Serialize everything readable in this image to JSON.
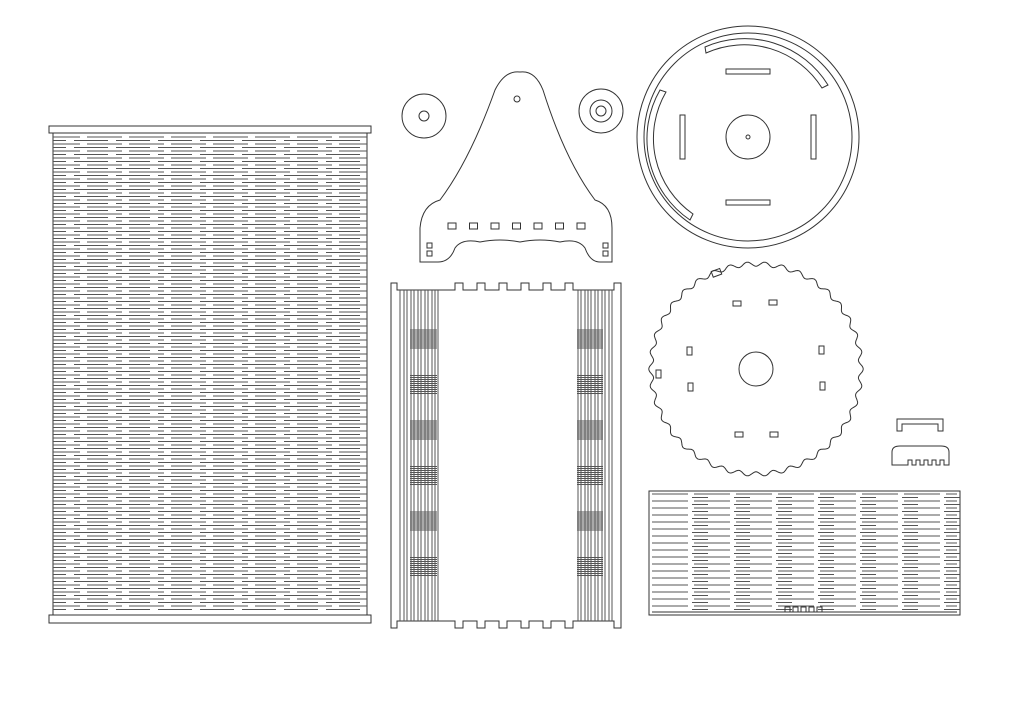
{
  "drawing": {
    "stroke_color": "#333333",
    "background_color": "#ffffff",
    "parts": [
      "large-hinge-panel",
      "side-hinge-panel",
      "triangle-bracket",
      "small-disc-left",
      "small-disc-right",
      "large-ring-disc",
      "scalloped-disc",
      "small-clip-top",
      "small-clip-comb",
      "small-hinge-panel"
    ]
  }
}
